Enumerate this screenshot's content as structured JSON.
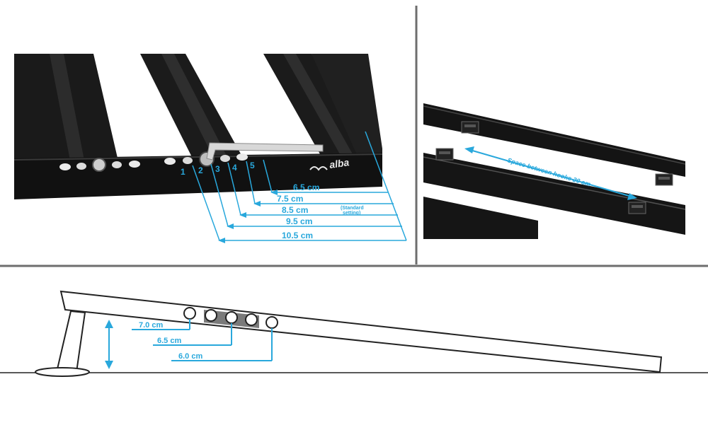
{
  "accent_color": "#29a8dc",
  "frame_color": "#141414",
  "panel_divider_color": "#6e6e6e",
  "brand_logo_text": "alba",
  "hole_numbers": [
    "1",
    "2",
    "3",
    "4",
    "5"
  ],
  "height_settings": [
    {
      "label": "6.5 cm",
      "note": ""
    },
    {
      "label": "7.5 cm",
      "note": ""
    },
    {
      "label": "8.5 cm",
      "note": "(Standard setting)"
    },
    {
      "label": "9.5 cm",
      "note": ""
    },
    {
      "label": "10.5 cm",
      "note": ""
    }
  ],
  "note_line1": "(Standard",
  "note_line2": "setting)",
  "hook_spacing_label": "Space between hooks 20 cm",
  "profile_settings": [
    {
      "label": "7.0 cm"
    },
    {
      "label": "6.5 cm"
    },
    {
      "label": "6.0 cm"
    }
  ]
}
